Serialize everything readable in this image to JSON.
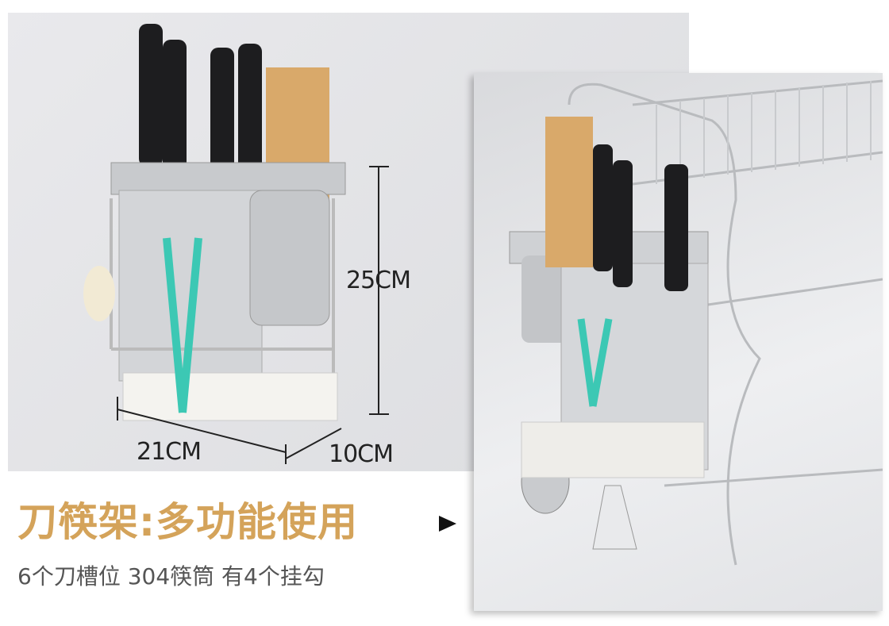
{
  "dimensions": {
    "height": "25CM",
    "width": "21CM",
    "depth": "10CM"
  },
  "headline": "刀筷架:多功能使用",
  "subline": "6个刀槽位 304筷筒  有4个挂勾",
  "colors": {
    "headline": "#d4a35a",
    "subline": "#555555",
    "accent_teal": "#3cc8b4"
  }
}
